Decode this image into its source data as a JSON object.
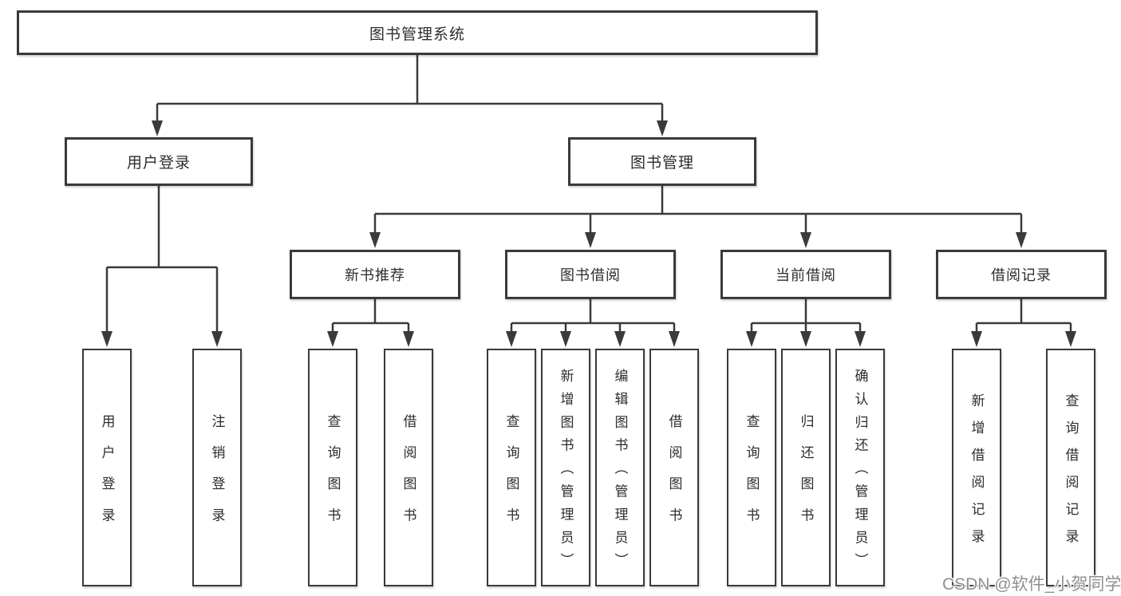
{
  "colors": {
    "line": "#3a3a3a",
    "node_text": "#2d2d2d",
    "watermark": "#8f8f8f"
  },
  "watermark": {
    "text": "CSDN @软件_小贺同学"
  },
  "tree": {
    "label": "图书管理系统",
    "children": [
      {
        "label": "用户登录",
        "children": [
          {
            "label": "用户登录"
          },
          {
            "label": "注销登录"
          }
        ]
      },
      {
        "label": "图书管理",
        "children": [
          {
            "label": "新书推荐",
            "children": [
              {
                "label": "查询图书"
              },
              {
                "label": "借阅图书"
              }
            ]
          },
          {
            "label": "图书借阅",
            "children": [
              {
                "label": "查询图书"
              },
              {
                "label": "新增图书（管理员）"
              },
              {
                "label": "编辑图书（管理员）"
              },
              {
                "label": "借阅图书"
              }
            ]
          },
          {
            "label": "当前借阅",
            "children": [
              {
                "label": "查询图书"
              },
              {
                "label": "归还图书"
              },
              {
                "label": "确认归还（管理员）"
              }
            ]
          },
          {
            "label": "借阅记录",
            "children": [
              {
                "label": "新增借阅记录"
              },
              {
                "label": "查询借阅记录"
              }
            ]
          }
        ]
      }
    ]
  }
}
